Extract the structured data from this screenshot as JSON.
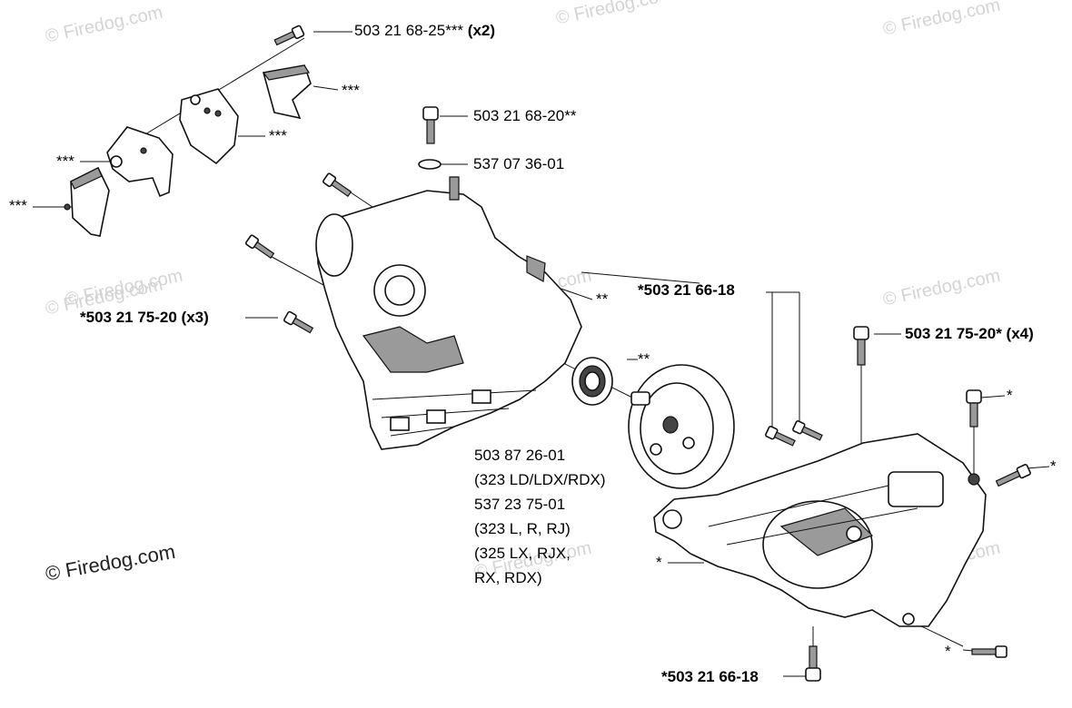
{
  "watermarks": {
    "top_left": "© Firedog.com",
    "top_right": "© Firedog.co",
    "top_right_far": "© Firedog.com",
    "mid_left": "© Firedog.com",
    "mid_center_left": "© Firedog.com",
    "mid_center": "© Firedog.com",
    "mid_right": "© Firedog.com",
    "low_center": "© Firedog.com",
    "low_right": "© Firedog.com",
    "bottom_left_dark": "© Firedog.com"
  },
  "labels": {
    "screw_top": "503 21 68-25***",
    "screw_top_qty": "(x2)",
    "clamp_right": "***",
    "clamp_middle": "***",
    "clamp_left_upper": "***",
    "clamp_left_lower": "***",
    "screw_center": "503 21 68-20**",
    "clip_center": "537 07 36-01",
    "screw_left": "*503 21 75-20 (x3)",
    "housing_note": "**",
    "bearing_note": "**",
    "screw_right_top": "*503 21 66-18",
    "screw_right": "503 21 75-20* (x4)",
    "bolt_right_a": "*",
    "bolt_right_b": "*",
    "casing_note": "*",
    "bolt_bottom_note": "*",
    "screw_bottom": "*503 21 66-18",
    "drum_line1": "503 87 26-01",
    "drum_line2": "(323 LD/LDX/RDX)",
    "drum_line3": "537 23 75-01",
    "drum_line4": "(323 L, R, RJ)",
    "drum_line5": "(325 LX, RJX,",
    "drum_line6": "RX, RDX)"
  }
}
